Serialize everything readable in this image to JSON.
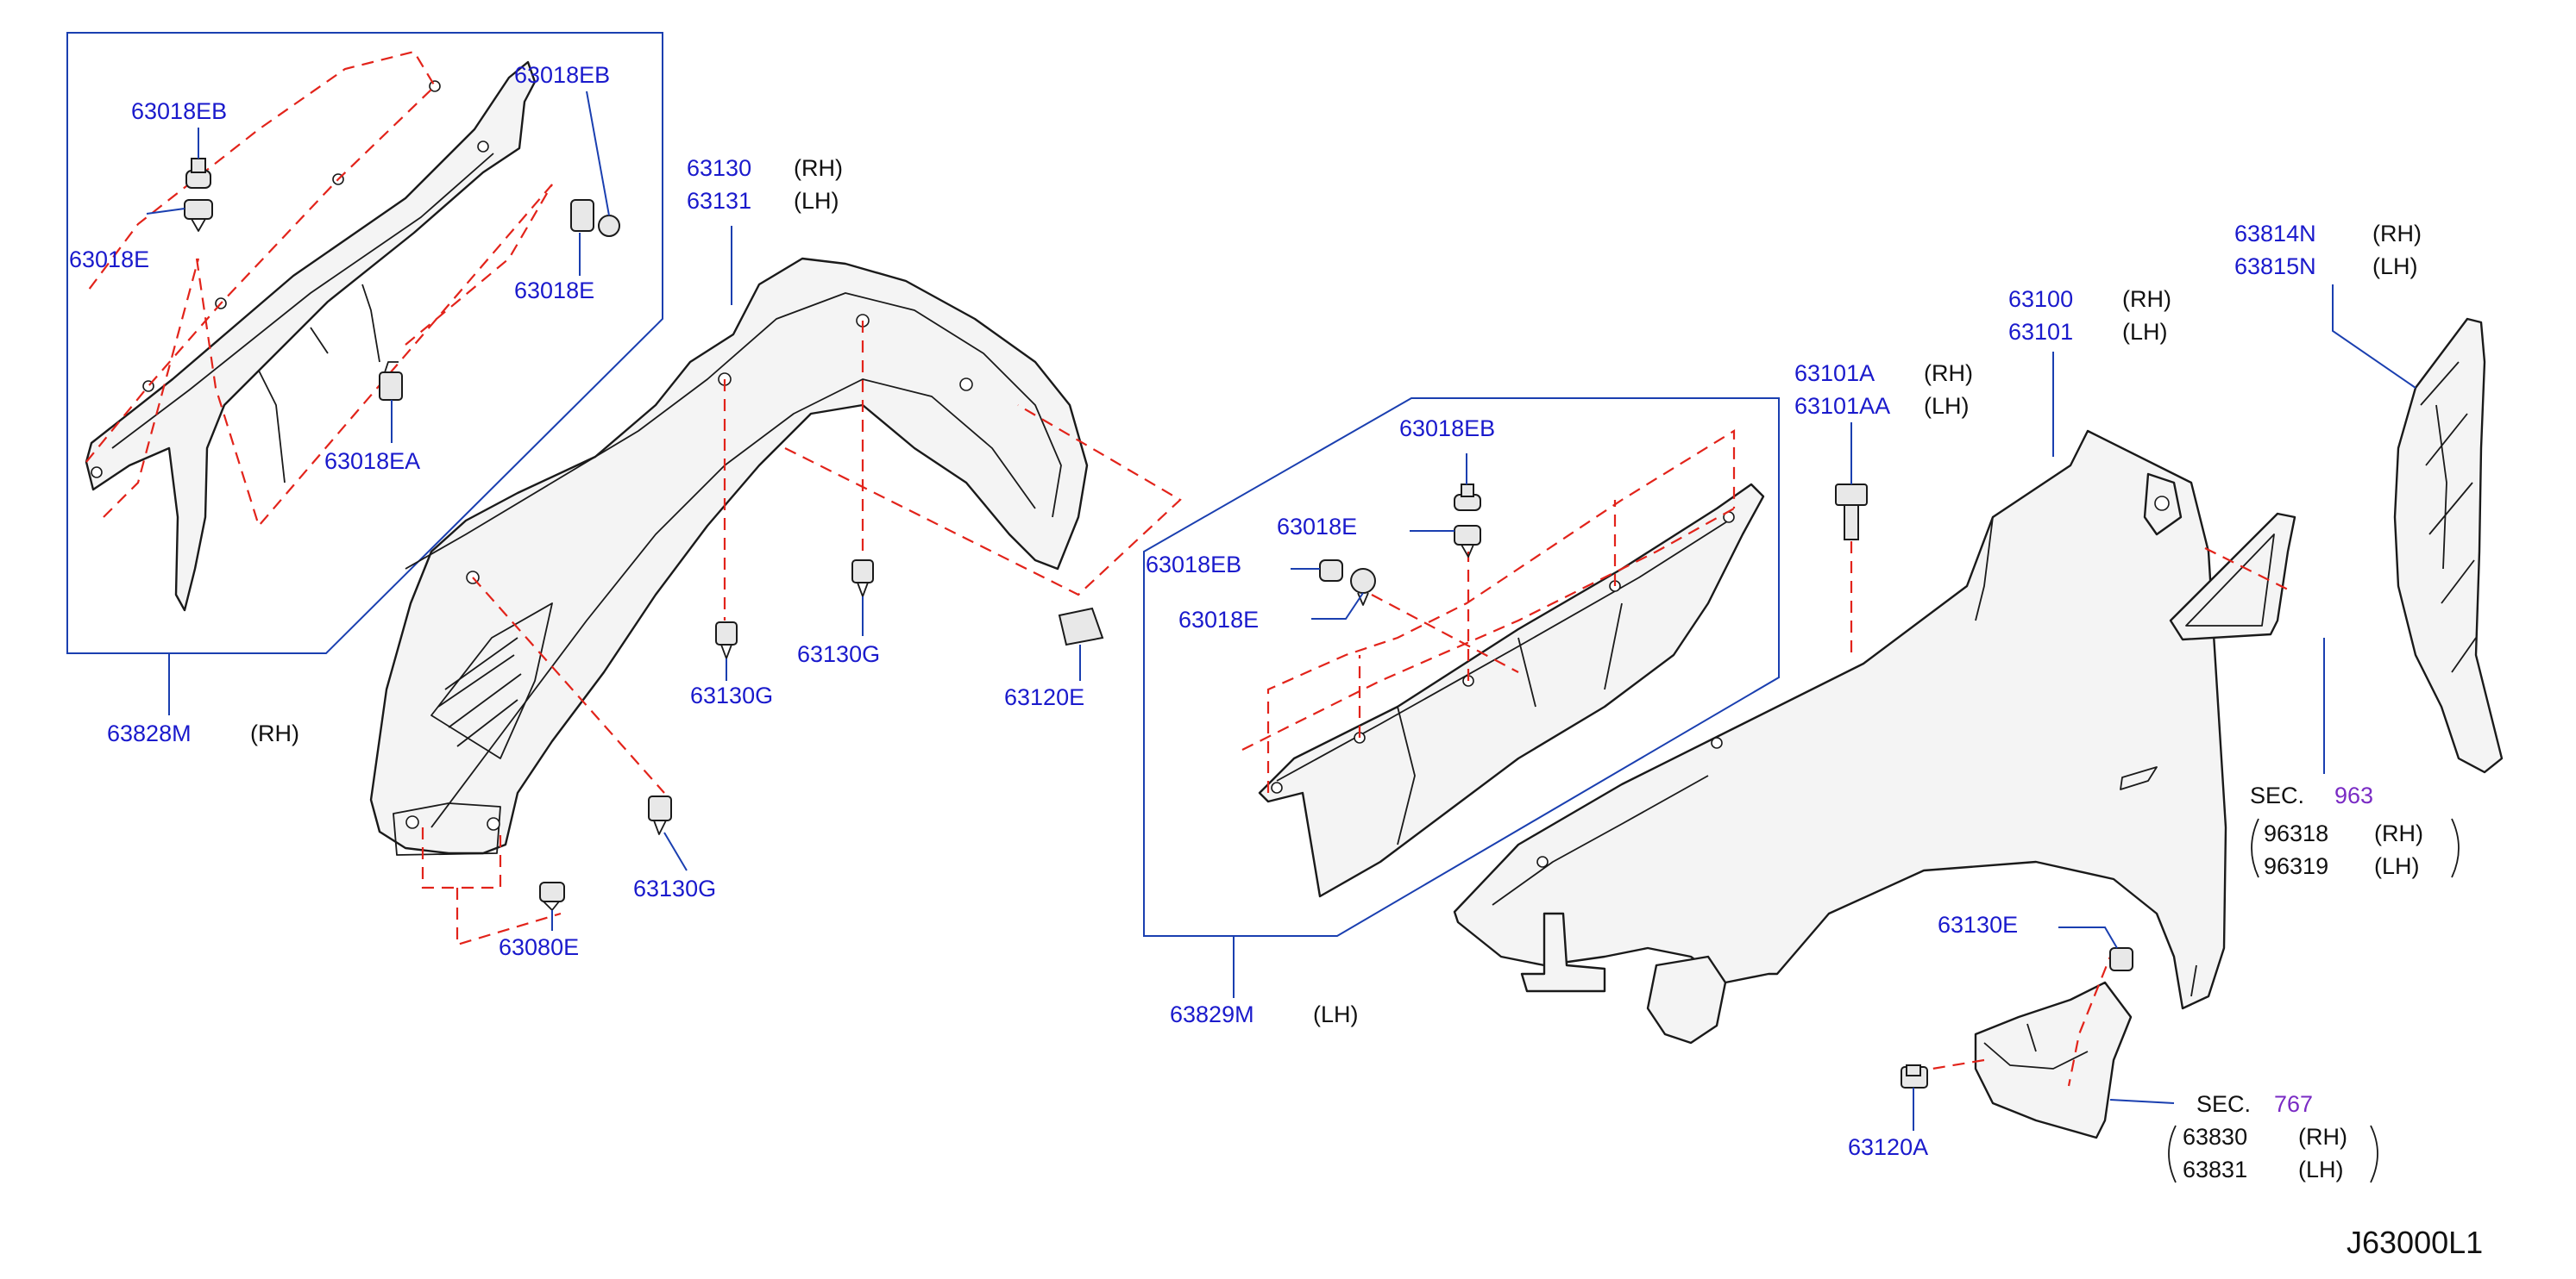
{
  "diagram_code": "J63000L1",
  "colors": {
    "part_number": "#1a1acc",
    "section_ref": "#7a2bc4",
    "dashed_guide": "#e2231a",
    "leader_line": "#1a3fb0",
    "outline": "#1a1a1a"
  },
  "callouts": {
    "c63018EB_a": "63018EB",
    "c63018E_a": "63018E",
    "c63018EB_b": "63018EB",
    "c63018E_b": "63018E",
    "c63018EA": "63018EA",
    "c63828M": "63828M",
    "c63828M_side": "(RH)",
    "c63130": "63130",
    "c63130_side": "(RH)",
    "c63131": "63131",
    "c63131_side": "(LH)",
    "c63130G_a": "63130G",
    "c63130G_b": "63130G",
    "c63130G_c": "63130G",
    "c63120E": "63120E",
    "c63080E": "63080E",
    "c63018EB_c": "63018EB",
    "c63018E_c": "63018E",
    "c63018EB_d": "63018EB",
    "c63018E_d": "63018E",
    "c63829M": "63829M",
    "c63829M_side": "(LH)",
    "c63101A": "63101A",
    "c63101A_side": "(RH)",
    "c63101AA": "63101AA",
    "c63101AA_side": "(LH)",
    "c63100": "63100",
    "c63100_side": "(RH)",
    "c63101": "63101",
    "c63101_side": "(LH)",
    "c63814N": "63814N",
    "c63814N_side": "(RH)",
    "c63815N": "63815N",
    "c63815N_side": "(LH)",
    "c63130E": "63130E",
    "c63120A": "63120A"
  },
  "section_refs": {
    "sec963": {
      "prefix": "SEC.",
      "number": "963",
      "parts": [
        {
          "pn": "96318",
          "side": "(RH)"
        },
        {
          "pn": "96319",
          "side": "(LH)"
        }
      ]
    },
    "sec767": {
      "prefix": "SEC.",
      "number": "767",
      "parts": [
        {
          "pn": "63830",
          "side": "(RH)"
        },
        {
          "pn": "63831",
          "side": "(LH)"
        }
      ]
    }
  }
}
